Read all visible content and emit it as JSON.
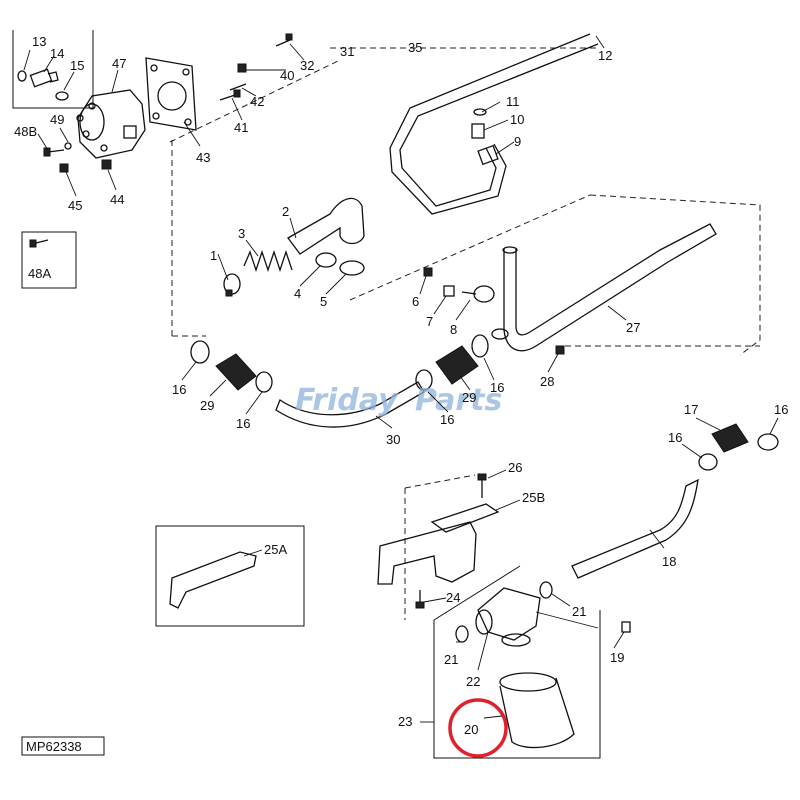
{
  "diagram": {
    "watermark": {
      "text_a": "Friday",
      "text_b": "Parts"
    },
    "figure_id": "MP62338",
    "highlight_color": "#e0202a",
    "watermark_color": "#8fb3dd",
    "callouts": {
      "c1": "1",
      "c2": "2",
      "c3": "3",
      "c4": "4",
      "c5": "5",
      "c6": "6",
      "c7": "7",
      "c8": "8",
      "c9": "9",
      "c10": "10",
      "c11": "11",
      "c12": "12",
      "c13": "13",
      "c14": "14",
      "c15": "15",
      "c16a": "16",
      "c16b": "16",
      "c16c": "16",
      "c16d": "16",
      "c16e": "16",
      "c16f": "16",
      "c17": "17",
      "c18": "18",
      "c19": "19",
      "c20": "20",
      "c21a": "21",
      "c21b": "21",
      "c22": "22",
      "c23": "23",
      "c24": "24",
      "c25A": "25A",
      "c25B": "25B",
      "c26": "26",
      "c27": "27",
      "c28": "28",
      "c29a": "29",
      "c29b": "29",
      "c30": "30",
      "c31": "31",
      "c32": "32",
      "c35": "35",
      "c40": "40",
      "c41": "41",
      "c42": "42",
      "c43": "43",
      "c44": "44",
      "c45": "45",
      "c47": "47",
      "c48A": "48A",
      "c48B": "48B",
      "c49": "49"
    }
  }
}
